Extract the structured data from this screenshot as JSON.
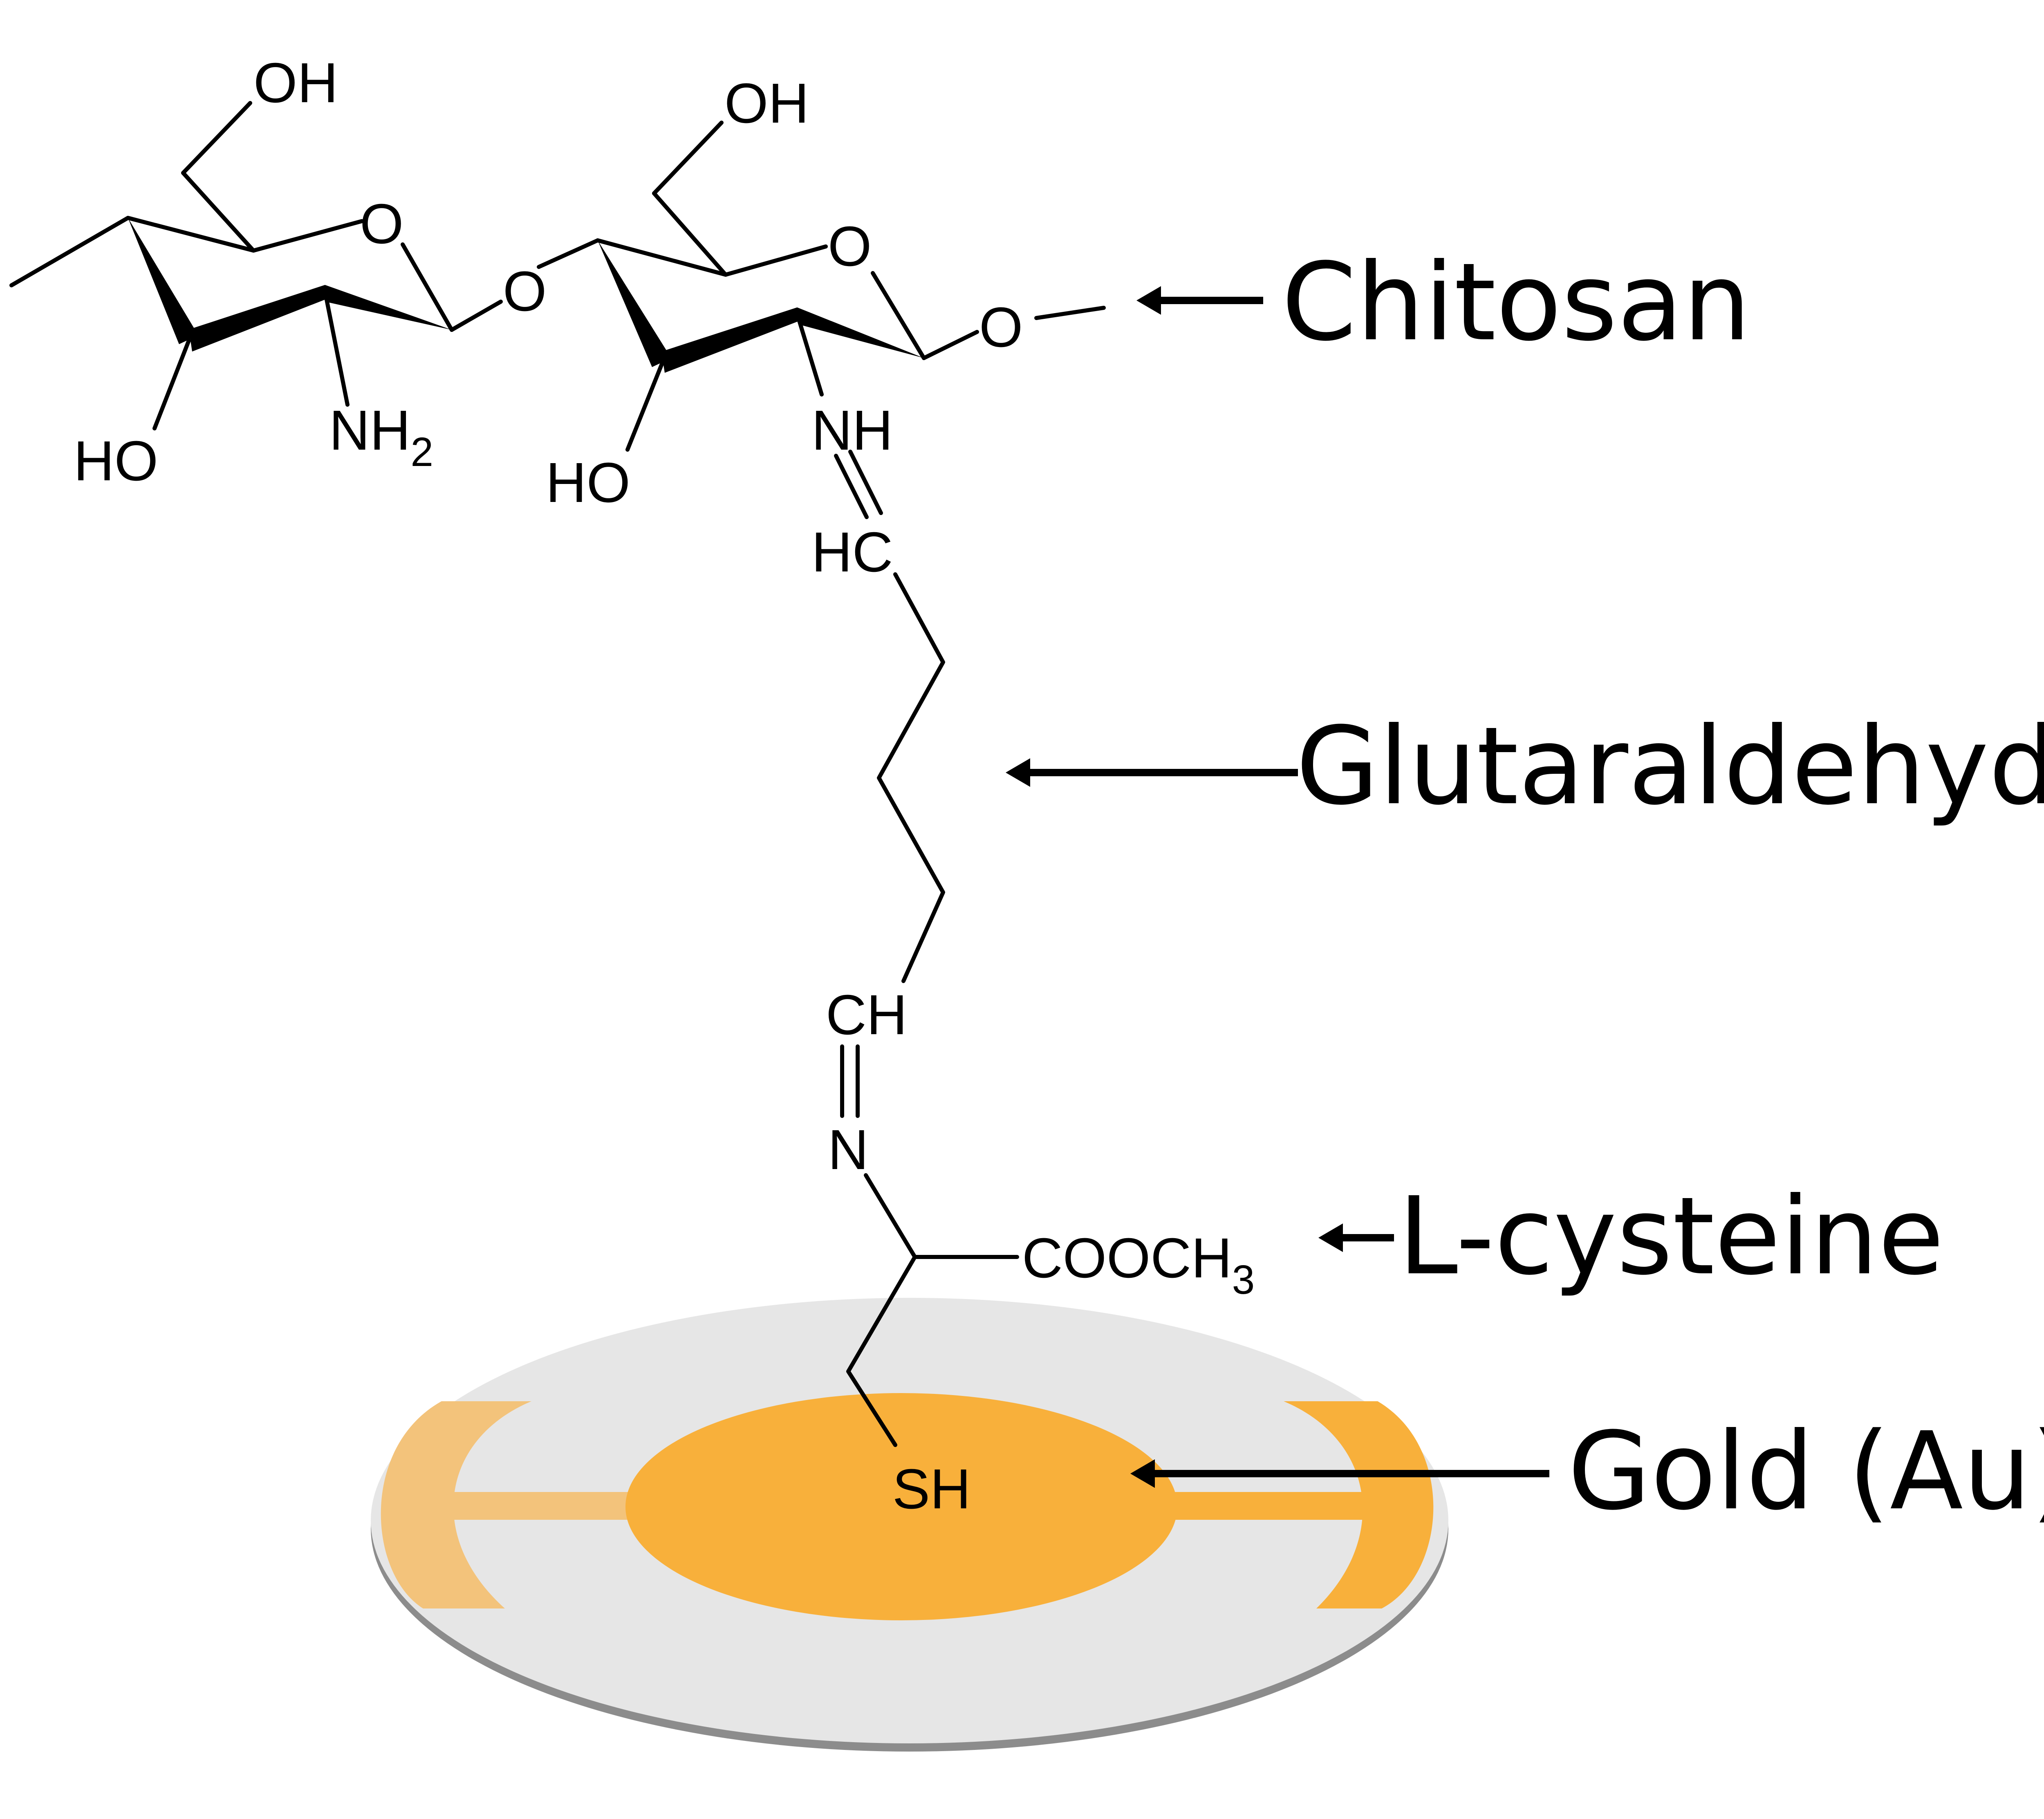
{
  "diagram": {
    "callouts": {
      "chitosan": "Chitosan",
      "glutaraldehyde": "Glutaraldehyde",
      "l_cysteine": "L-cysteine",
      "gold": "Gold (Au)"
    },
    "atoms": {
      "ring1_oh_top": "OH",
      "ring1_ring_o": "O",
      "ring1_ho_bottom": "HO",
      "ring1_nh2": "NH",
      "ring1_nh2_sub": "2",
      "glycosidic_o": "O",
      "ring2_oh_top": "OH",
      "ring2_ring_o": "O",
      "ring2_ho_bottom": "HO",
      "ring2_nh": "NH",
      "terminal_o": "O",
      "hc": "HC",
      "ch": "CH",
      "n": "N",
      "cooch3": "COOCH",
      "cooch3_sub": "3",
      "sh": "SH"
    },
    "colors": {
      "gold": "#F8B03B",
      "gold_light": "#F3C37B",
      "electrode_plate": "#E6E6E6",
      "electrode_edge": "#8C8C8C",
      "ink": "#000000"
    }
  }
}
